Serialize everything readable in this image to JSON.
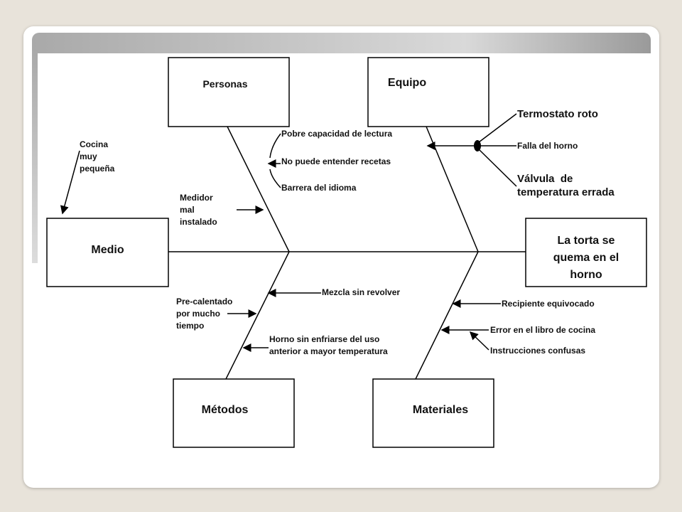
{
  "effect": "La torta se\nquema en el\nhorno",
  "categories": {
    "personas": "Personas",
    "equipo": "Equipo",
    "medio": "Medio",
    "metodos": "Métodos",
    "materiales": "Materiales"
  },
  "causes": {
    "personas": [
      "Pobre capacidad de lectura",
      "No puede entender recetas",
      "Barrera del idioma"
    ],
    "medidor": "Medidor\nmal\ninstalado",
    "cocina": "Cocina\nmuy\npequeña",
    "equipo": [
      "Termostato roto",
      "Falla del horno",
      "Válvula  de\ntemperatura errada"
    ],
    "metodos": [
      "Mezcla sin revolver",
      "Pre-calentado\npor mucho\ntiempo",
      "Horno sin enfriarse del uso\nanterior a mayor temperatura"
    ],
    "materiales": [
      "Recipiente equivocado",
      "Error en el libro de cocina",
      "Instrucciones confusas"
    ]
  }
}
